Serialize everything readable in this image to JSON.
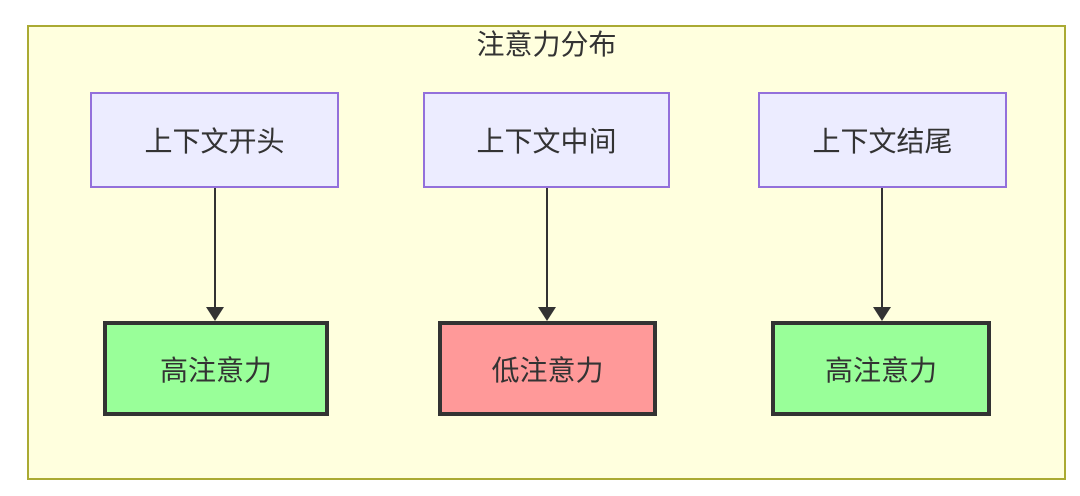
{
  "diagram": {
    "type": "flowchart",
    "title": "注意力分布",
    "sources": [
      {
        "id": "A",
        "label": "上下文开头"
      },
      {
        "id": "B",
        "label": "上下文中间"
      },
      {
        "id": "C",
        "label": "上下文结尾"
      }
    ],
    "outcomes": [
      {
        "id": "A1",
        "label": "高注意力",
        "level": "high"
      },
      {
        "id": "B1",
        "label": "低注意力",
        "level": "low"
      },
      {
        "id": "C1",
        "label": "高注意力",
        "level": "high"
      }
    ],
    "edges": [
      {
        "from": "A",
        "to": "A1"
      },
      {
        "from": "B",
        "to": "B1"
      },
      {
        "from": "C",
        "to": "C1"
      }
    ],
    "colors": {
      "container_fill": "#ffffde",
      "container_border": "#aaaa33",
      "node_fill": "#ececff",
      "node_border": "#9370db",
      "high_fill": "#99ff99",
      "low_fill": "#ff9999",
      "result_border": "#333333",
      "arrow": "#333333",
      "text": "#333333"
    }
  }
}
